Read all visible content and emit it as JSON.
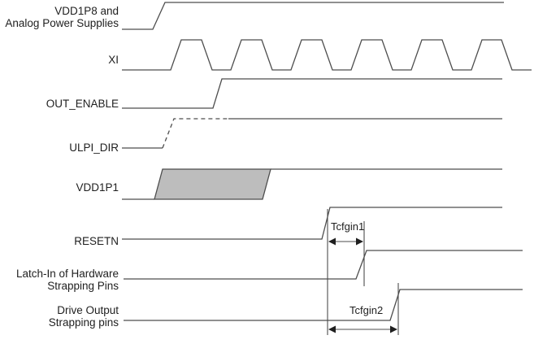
{
  "diagram": {
    "type": "timing-diagram",
    "signals": [
      {
        "name": "VDD1P8 and Analog Power Supplies",
        "label_lines": [
          "VDD1P8 and",
          "Analog Power Supplies"
        ],
        "waveform": "low, then single ramp to high, stays high"
      },
      {
        "name": "XI",
        "label_lines": [
          "XI"
        ],
        "waveform": "clock: low, then 6 trapezoidal pulses, then low"
      },
      {
        "name": "OUT_ENABLE",
        "label_lines": [
          "OUT_ENABLE"
        ],
        "waveform": "low, rises to high after clock starts, stays high"
      },
      {
        "name": "ULPI_DIR",
        "label_lines": [
          "ULPI_DIR"
        ],
        "waveform": "low, dashed rise and dashed high segment, then solid high"
      },
      {
        "name": "VDD1P1",
        "label_lines": [
          "VDD1P1"
        ],
        "waveform": "low, shaded parallelogram ramp region, then high"
      },
      {
        "name": "RESETN",
        "label_lines": [
          "RESETN"
        ],
        "waveform": "low, rises to high at start of Tcfgin1/Tcfgin2 measurement"
      },
      {
        "name": "Latch-In of Hardware Strapping Pins",
        "label_lines": [
          "Latch-In of Hardware",
          "Strapping Pins"
        ],
        "waveform": "low, rises to high Tcfgin1 after RESETN rise"
      },
      {
        "name": "Drive Output Strapping pins",
        "label_lines": [
          "Drive Output",
          "Strapping pins"
        ],
        "waveform": "low, rises to high Tcfgin2 after RESETN rise"
      }
    ],
    "annotations": [
      {
        "label": "Tcfgin1",
        "measures": "RESETN rise to Latch-In of Hardware Strapping Pins rise"
      },
      {
        "label": "Tcfgin2",
        "measures": "RESETN rise to Drive Output Strapping pins rise"
      }
    ],
    "colors": {
      "line": "#4d4d4d",
      "text": "#1f1f1f",
      "ramp_fill": "#bdbdbd",
      "background": "#ffffff"
    }
  }
}
